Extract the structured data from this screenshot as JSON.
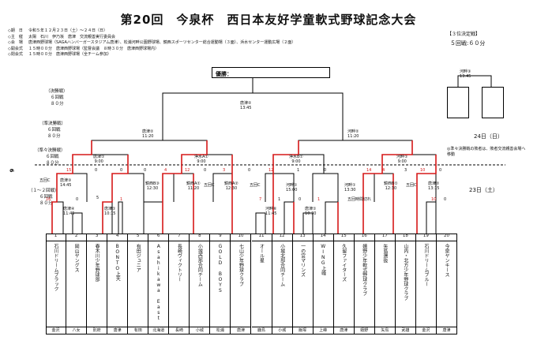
{
  "title": "第20回　今泉杯　西日本友好学童軟式野球記念大会",
  "info": [
    {
      "key": "◇期　日",
      "val": "令和５年１２月２３日（土）～２４日（日）"
    },
    {
      "key": "◇主　催",
      "val": "太陽　石川　伊乃坂　唐津　交流親善実行委員会"
    },
    {
      "key": "◇会　場",
      "val": "唐津西野球場（SAGAハンバーガースタジアム唐津）、松浦河畔公園野球場、鏡西スポーツセンター総合運動場（３面）、浜水センター運動広場（２面）"
    },
    {
      "key": "◇開会式",
      "val": "１５時００分　唐津西野球場（監督会議　８時３０分　唐津西野球場内）"
    },
    {
      "key": "◇閉会式",
      "val": "１５時００分　唐津西野球場（全チーム参加）"
    }
  ],
  "bronze": {
    "heading": "【３位決定戦】",
    "sub": "５回戦:６０分",
    "match": "河畔③",
    "time": "13:45"
  },
  "victor_label": "優勝：",
  "rounds": {
    "final": {
      "label": "（決勝戦）",
      "sub1": "６回戦",
      "sub2": "８０分"
    },
    "semi": {
      "label": "（準決勝戦）",
      "sub1": "６回戦",
      "sub2": "８０分"
    },
    "quarter": {
      "label": "（準々決勝戦）",
      "sub1": "６回戦",
      "sub2": "８０分"
    },
    "first": {
      "label": "（１～２回戦）",
      "sub1": "６回戦",
      "sub2": "８０分"
    }
  },
  "side_number": "6",
  "date_24": "24日（日）",
  "date_23": "23日（土）",
  "note": "◎準々決勝戦の敗者は、敗者交流親善会場へ移動",
  "matches": {
    "final": {
      "venue": "唐津②",
      "time": "13:45"
    },
    "semi_l": {
      "venue": "唐津②",
      "time": "11:20"
    },
    "semi_r": {
      "venue": "河畔②",
      "time": "11:20"
    },
    "q1": {
      "venue": "唐津①",
      "time": "9:00"
    },
    "q2": {
      "venue": "浄水A①",
      "time": "9:00"
    },
    "q3": {
      "venue": "浄水B①",
      "time": "9:00"
    },
    "q4": {
      "venue": "河畔①",
      "time": "9:00"
    },
    "m_a": {
      "venue": "五回C",
      "line2": "",
      "time": ""
    },
    "m_b": {
      "venue": "唐津③",
      "time": "14:45"
    },
    "m_c": {
      "venue": "唐津④",
      "time": "11:45"
    },
    "m_d": {
      "venue": "唐津①",
      "time": "10:15"
    },
    "m_e": {
      "venue": "鏡西B③",
      "time": "12:30"
    },
    "m_f": {
      "venue": "鏡西A①",
      "time": "11:20"
    },
    "m_g": {
      "venue": "五回C",
      "time": ""
    },
    "m_h": {
      "venue": "鏡西A②",
      "time": "12:30"
    },
    "m_i": {
      "venue": "五回C",
      "time": ""
    },
    "m_j": {
      "venue": "河畔①",
      "time": "15:00"
    },
    "m_k": {
      "venue": "河畔⑥",
      "time": "11:45"
    },
    "m_l": {
      "venue": "唐津①",
      "time": "10:30"
    },
    "m_m": {
      "venue": "河畔①",
      "time": "13:30"
    },
    "m_n": {
      "venue": "五回時間切れ",
      "time": ""
    },
    "m_o": {
      "venue": "鏡西B①",
      "time": "12:30"
    },
    "m_p": {
      "venue": "五回C",
      "time": ""
    },
    "m_q": {
      "venue": "唐津②",
      "time": "13:15"
    }
  },
  "scores": {
    "s1": "15",
    "s2": "0",
    "s3": "0",
    "s4": "0",
    "s5": "4",
    "s6": "12",
    "s7": "0",
    "s8": "3",
    "s9": "0",
    "s10": "12",
    "s11": "1",
    "s12": "0",
    "s13": "14",
    "s14": "4",
    "s15": "3",
    "s16": "10",
    "s17": "0",
    "s18": "5",
    "r1": "16",
    "r2": "0",
    "r3": "5",
    "r4": "1",
    "r5": "7",
    "r6": "1",
    "r7": "0",
    "r8": "1",
    "r9": "10",
    "r10": "0"
  },
  "teams": [
    {
      "no": "1",
      "name": "石川ドリームブラック",
      "area": "金沢"
    },
    {
      "no": "2",
      "name": "岡山ヤングス",
      "area": "八女"
    },
    {
      "no": "3",
      "name": "春木川少年野球部",
      "area": "別府"
    },
    {
      "no": "4",
      "name": "BONTO上天",
      "area": "唐津"
    },
    {
      "no": "5",
      "name": "有田ジュニア",
      "area": "有田"
    },
    {
      "no": "6",
      "name": "Asahikawa East",
      "area": "北海道"
    },
    {
      "no": "7",
      "name": "長崎ヴィクトリー",
      "area": "長崎"
    },
    {
      "no": "8",
      "name": "小城西部合同チーム",
      "area": "小城"
    },
    {
      "no": "9",
      "name": "GOLD BOYS",
      "area": "松浦"
    },
    {
      "no": "10",
      "name": "七山少年野球クラブ",
      "area": "唐津"
    },
    {
      "no": "11",
      "name": "オール星",
      "area": "鹿島"
    },
    {
      "no": "12",
      "name": "小城北部合同チーム",
      "area": "小城"
    },
    {
      "no": "13",
      "name": "一の宮マリンズ",
      "area": "飯塚"
    },
    {
      "no": "14",
      "name": "WING上峰",
      "area": "上峰"
    },
    {
      "no": "15",
      "name": "久留ファイターズ",
      "area": "唐津"
    },
    {
      "no": "16",
      "name": "嬉野少年軟式野球クラブ",
      "area": "嬉野"
    },
    {
      "no": "17",
      "name": "矢島選抜",
      "area": "矢島"
    },
    {
      "no": "18",
      "name": "山内・北方少年野球クラブ",
      "area": "武雄"
    },
    {
      "no": "19",
      "name": "石川ドリームブルー",
      "area": "金沢"
    },
    {
      "no": "20",
      "name": "今泉ヤンキース",
      "area": "唐津"
    }
  ],
  "colors": {
    "win": "#d61818",
    "line": "#000000"
  }
}
